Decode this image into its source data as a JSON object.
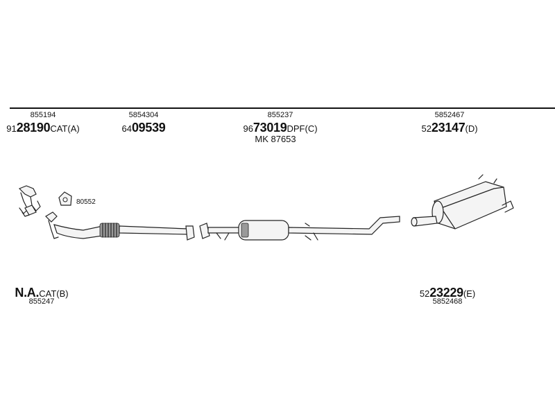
{
  "parts": {
    "p1": {
      "ref": "855194",
      "prefix": "91",
      "bold": "28190",
      "suffix": "CAT(A)"
    },
    "p2": {
      "ref": "5854304",
      "prefix": "64",
      "bold": "09539",
      "suffix": ""
    },
    "p3": {
      "ref": "855237",
      "prefix": "96",
      "bold": "73019",
      "suffix": "DPF(C)",
      "extra": "MK 87653"
    },
    "p4": {
      "ref": "5852467",
      "prefix": "52",
      "bold": "23147",
      "suffix": "(D)"
    },
    "p5": {
      "bold": "N.A.",
      "suffix": "CAT(B)",
      "ref": "855247"
    },
    "p6": {
      "prefix": "52",
      "bold": "23229",
      "suffix": "(E)",
      "ref": "5852468"
    }
  },
  "gasket": {
    "ref": "80552"
  }
}
